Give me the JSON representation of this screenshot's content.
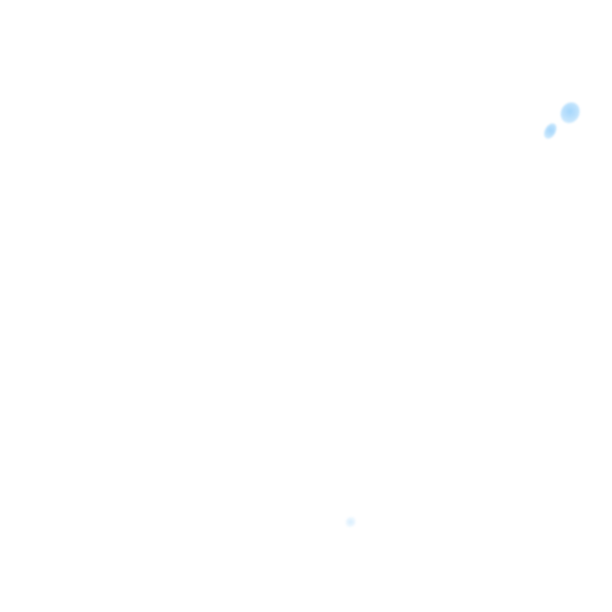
{
  "colors": {
    "background": "#ffffff",
    "blob_primary": "#9fd4fb",
    "blob_soft": "#c9e7fd"
  },
  "shapes": {
    "blobs": [
      "light-blue-splash",
      "light-blue-splash",
      "faint-blue-splash"
    ]
  }
}
